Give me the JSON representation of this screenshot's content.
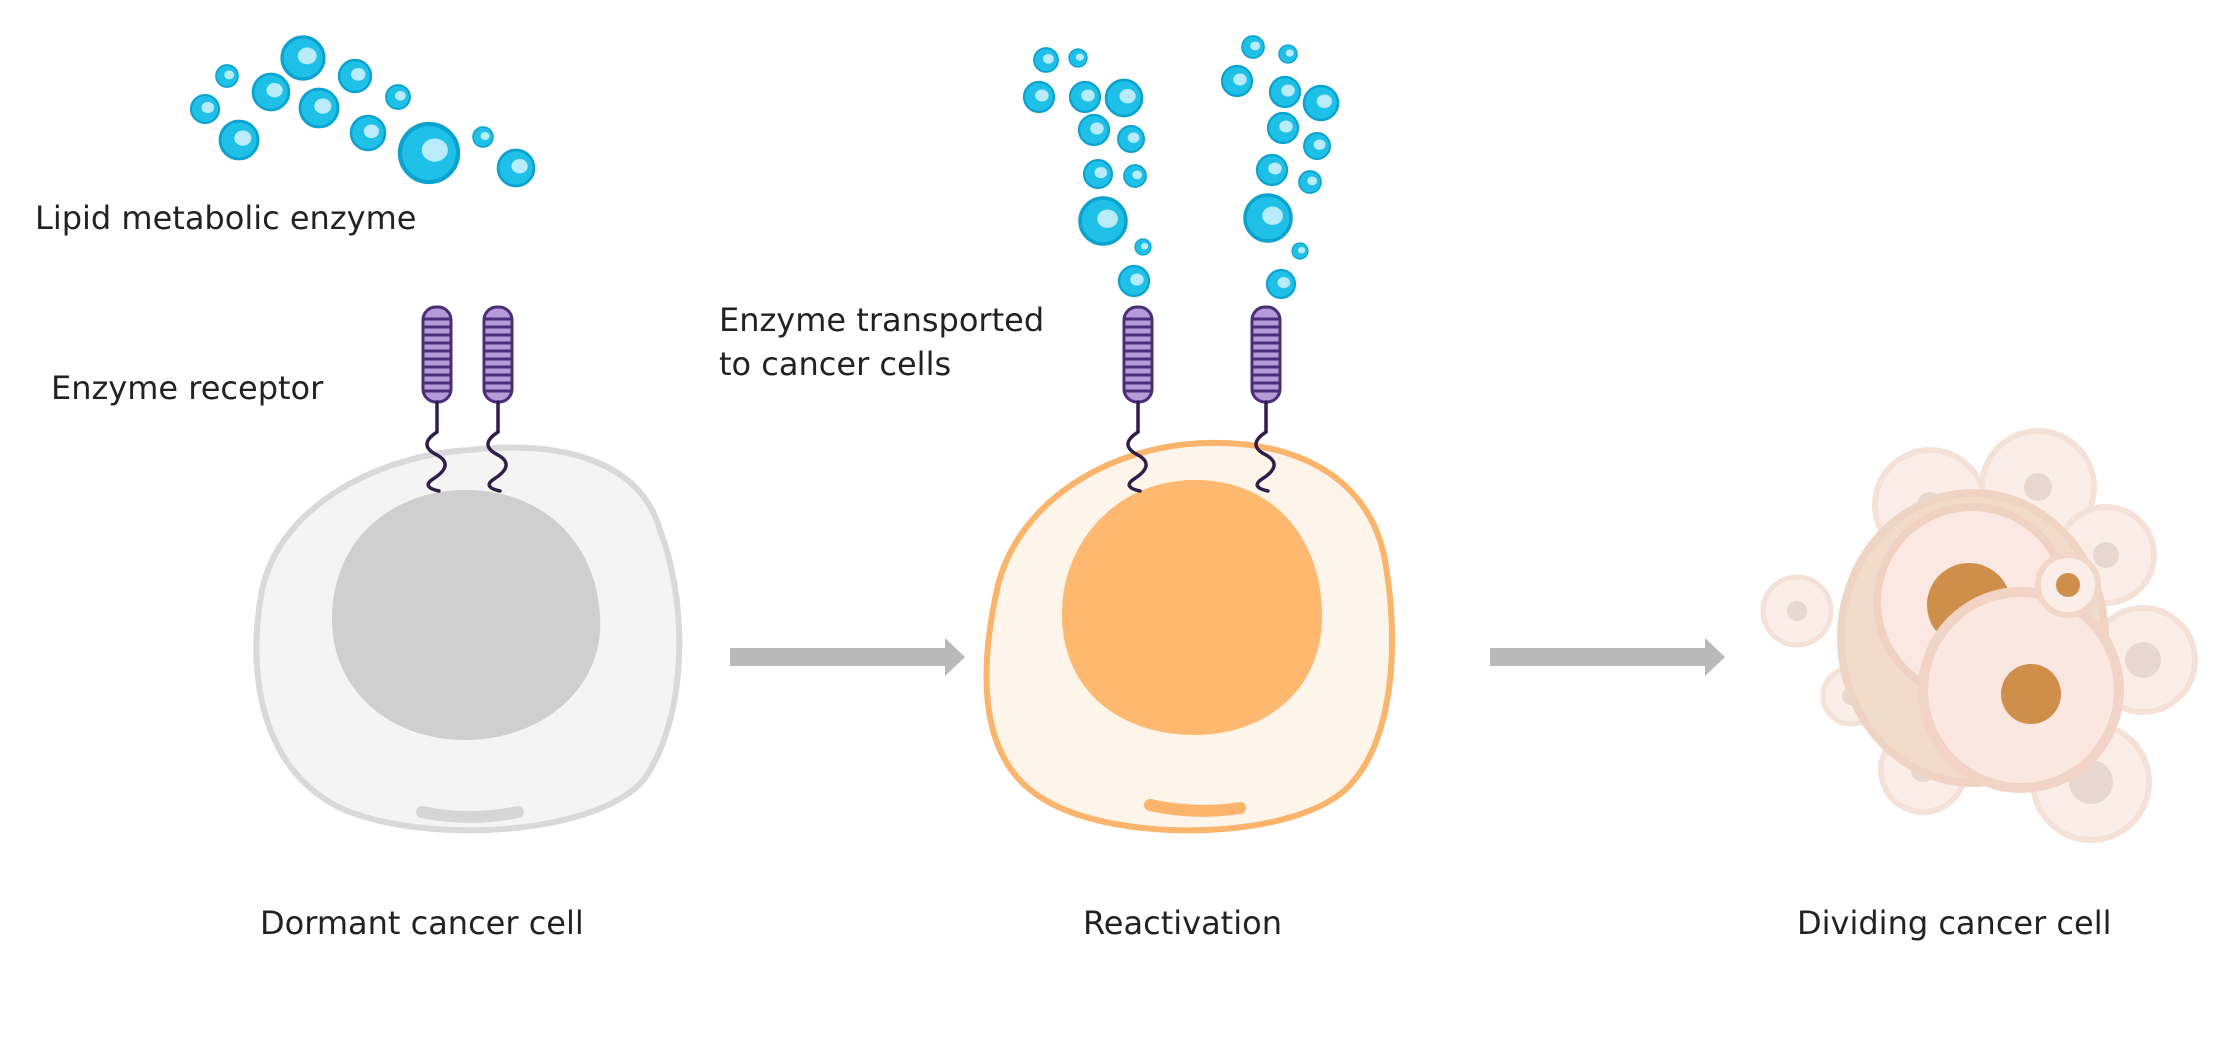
{
  "labels": {
    "lipid_enzyme": "Lipid metabolic enzyme",
    "enzyme_receptor": "Enzyme receptor",
    "enzyme_transported_line1": "Enzyme transported",
    "enzyme_transported_line2": "to cancer cells",
    "dormant_cell": "Dormant cancer cell",
    "reactivation": "Reactivation",
    "dividing_cell": "Dividing cancer cell"
  },
  "colors": {
    "enzyme": "#1fc0e8",
    "enzyme_outline": "#0aa2cf",
    "receptor": "#b79ad8",
    "receptor_stripe": "#4a2f78",
    "dormant_membrane": "#d9d9d9",
    "dormant_cytoplasm": "#f4f4f4",
    "dormant_nucleus": "#cfcfcf",
    "active_membrane": "#fbb46c",
    "active_cytoplasm": "#fef5ea",
    "active_nucleus": "#ffb870",
    "dividing_outer": "#f3dccc",
    "dividing_nucleus": "#cf8f4a",
    "arrow": "#b9b9b9"
  }
}
